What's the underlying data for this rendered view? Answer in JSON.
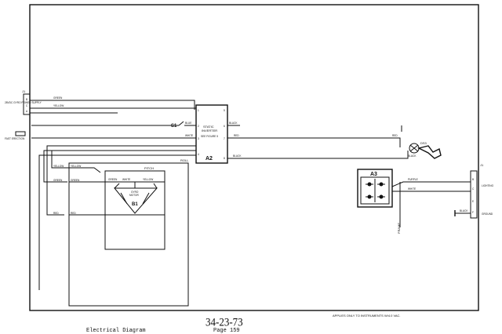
{
  "connectors": {
    "j1_left": "J1",
    "j1_left_label": "28VDC GYRO POWER SUPPLY",
    "j1_left_pins": [
      "B",
      "C",
      "A"
    ],
    "fast_erection": "FAST ERECTION",
    "j1_right": "J1",
    "j1_right_pins": [
      "B",
      "C",
      "E",
      "F"
    ]
  },
  "components": {
    "s1": "S1",
    "a2_title_1": "STATIC",
    "a2_title_2": "INVERTER",
    "a2_part": "SEE FIGURE 5",
    "a2": "A2",
    "a2_pins_left": [
      "1",
      "2",
      "3",
      "4"
    ],
    "a2_pins_right": [
      "5",
      "6",
      "7",
      "8"
    ],
    "ds3": "DS3",
    "a3": "A3",
    "pitch": "PITCH",
    "roll": "ROLL",
    "gyro_1": "GYRO",
    "gyro_2": "MOTOR",
    "b1": "B1",
    "frame": "FRAME",
    "lighting": "LIGHTING",
    "ground": "GROUND"
  },
  "wires": {
    "green": "GREEN",
    "yellow": "YELLOW",
    "blue": "BLUE",
    "white": "WHITE",
    "red": "RED",
    "black": "BLACK",
    "purple": "PURPLE"
  },
  "notes": {
    "applies": "APPLIES ONLY TO INSTRUMENTS W/4.0 VAC."
  },
  "footer": {
    "doc_number": "34-23-73",
    "page": "Page 159",
    "caption": "Electrical Diagram"
  }
}
